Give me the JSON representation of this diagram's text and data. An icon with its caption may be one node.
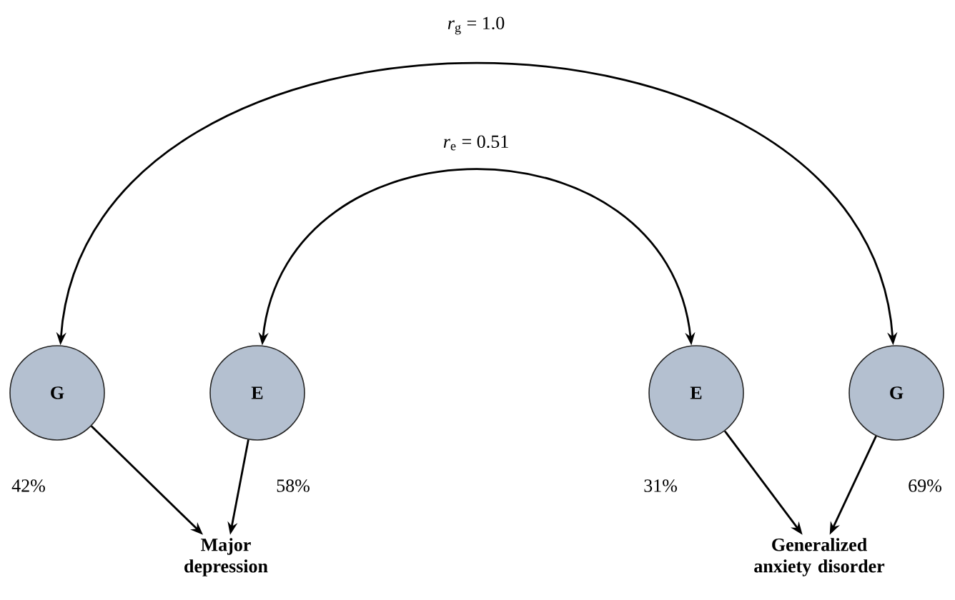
{
  "diagram": {
    "nodes": [
      {
        "text": [
          "G"
        ]
      },
      {
        "text": [
          "E"
        ]
      },
      {
        "text": [
          "E"
        ]
      },
      {
        "text": [
          "G"
        ]
      },
      {
        "text": [
          "Major depression"
        ]
      },
      {
        "text": [
          "Generalized anxiety disorder"
        ]
      }
    ],
    "edges": [
      {
        "from": 0,
        "to": 3,
        "arrow": "both",
        "label": "*r*$_{g}$ = 1.0"
      },
      {
        "from": 1,
        "to": 2,
        "arrow": "both",
        "label": "*r*$_{e}$ = 0.51"
      },
      {
        "from": 0,
        "to": 4,
        "arrow": "to",
        "label": "42%"
      },
      {
        "from": 1,
        "to": 4,
        "arrow": "to",
        "label": "58%"
      },
      {
        "from": 2,
        "to": 5,
        "arrow": "to",
        "label": "31%"
      },
      {
        "from": 3,
        "to": 5,
        "arrow": "to",
        "label": "69%"
      }
    ]
  }
}
